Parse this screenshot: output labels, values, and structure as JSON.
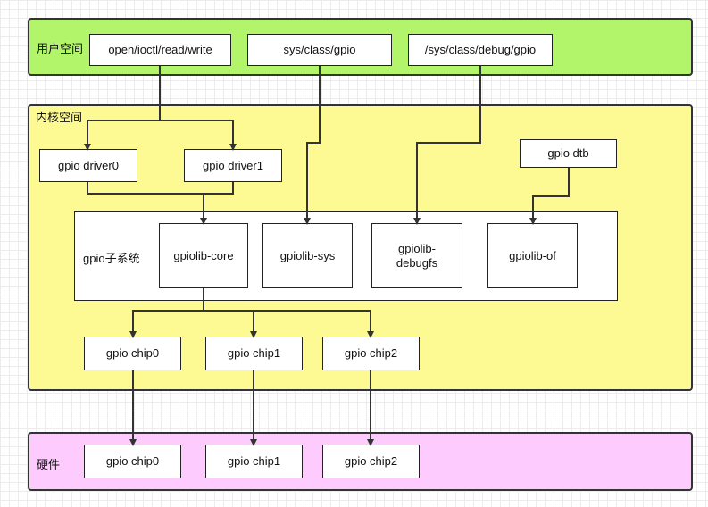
{
  "user_space": {
    "label": "用户空间",
    "interfaces": [
      "open/ioctl/read/write",
      "sys/class/gpio",
      "/sys/class/debug/gpio"
    ]
  },
  "kernel_space": {
    "label": "内核空间",
    "drivers": [
      "gpio driver0",
      "gpio driver1"
    ],
    "dtb": "gpio dtb",
    "subsystem": {
      "label": "gpio子系统",
      "modules": [
        "gpiolib-core",
        "gpiolib-sys",
        "gpiolib-\ndebugfs",
        "gpiolib-of"
      ]
    },
    "chips": [
      "gpio chip0",
      "gpio chip1",
      "gpio chip2"
    ]
  },
  "hardware": {
    "label": "硬件",
    "chips": [
      "gpio chip0",
      "gpio chip1",
      "gpio chip2"
    ]
  },
  "colors": {
    "user_space_fill": "#b2f56a",
    "kernel_space_fill": "#fdfa94",
    "hardware_fill": "#fecbff",
    "line": "#333333"
  }
}
